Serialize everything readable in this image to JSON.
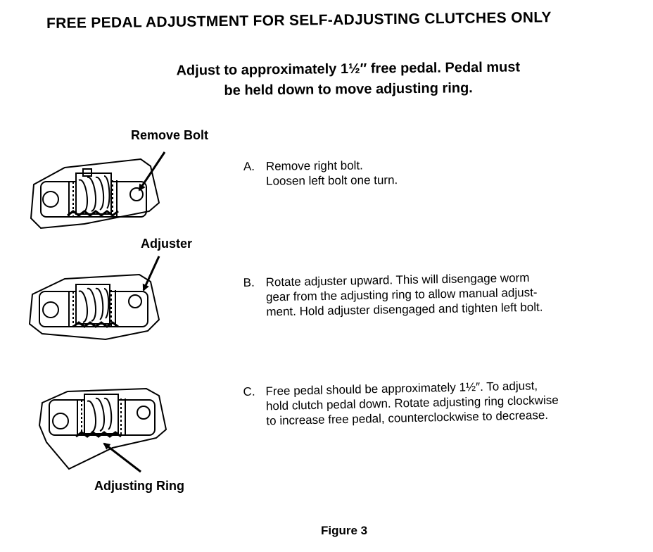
{
  "title": "FREE PEDAL ADJUSTMENT FOR SELF-ADJUSTING CLUTCHES ONLY",
  "subtitle": {
    "line1": "Adjust to approximately 1½″ free pedal. Pedal must",
    "line2": "be held down to move adjusting ring."
  },
  "callouts": {
    "remove_bolt": "Remove Bolt",
    "adjuster": "Adjuster",
    "adjusting_ring": "Adjusting Ring"
  },
  "steps": [
    {
      "letter": "A.",
      "lines": [
        "Remove right bolt.",
        "Loosen left bolt one turn."
      ]
    },
    {
      "letter": "B.",
      "lines": [
        "Rotate adjuster upward. This will disengage worm",
        "gear from the adjusting ring to allow manual adjust-",
        "ment. Hold adjuster disengaged and tighten left bolt."
      ]
    },
    {
      "letter": "C.",
      "lines": [
        "Free pedal should be approximately 1½″. To adjust,",
        "hold clutch pedal down. Rotate adjusting ring clockwise",
        "to increase free pedal, counterclockwise to decrease."
      ]
    }
  ],
  "figure_label": "Figure 3"
}
